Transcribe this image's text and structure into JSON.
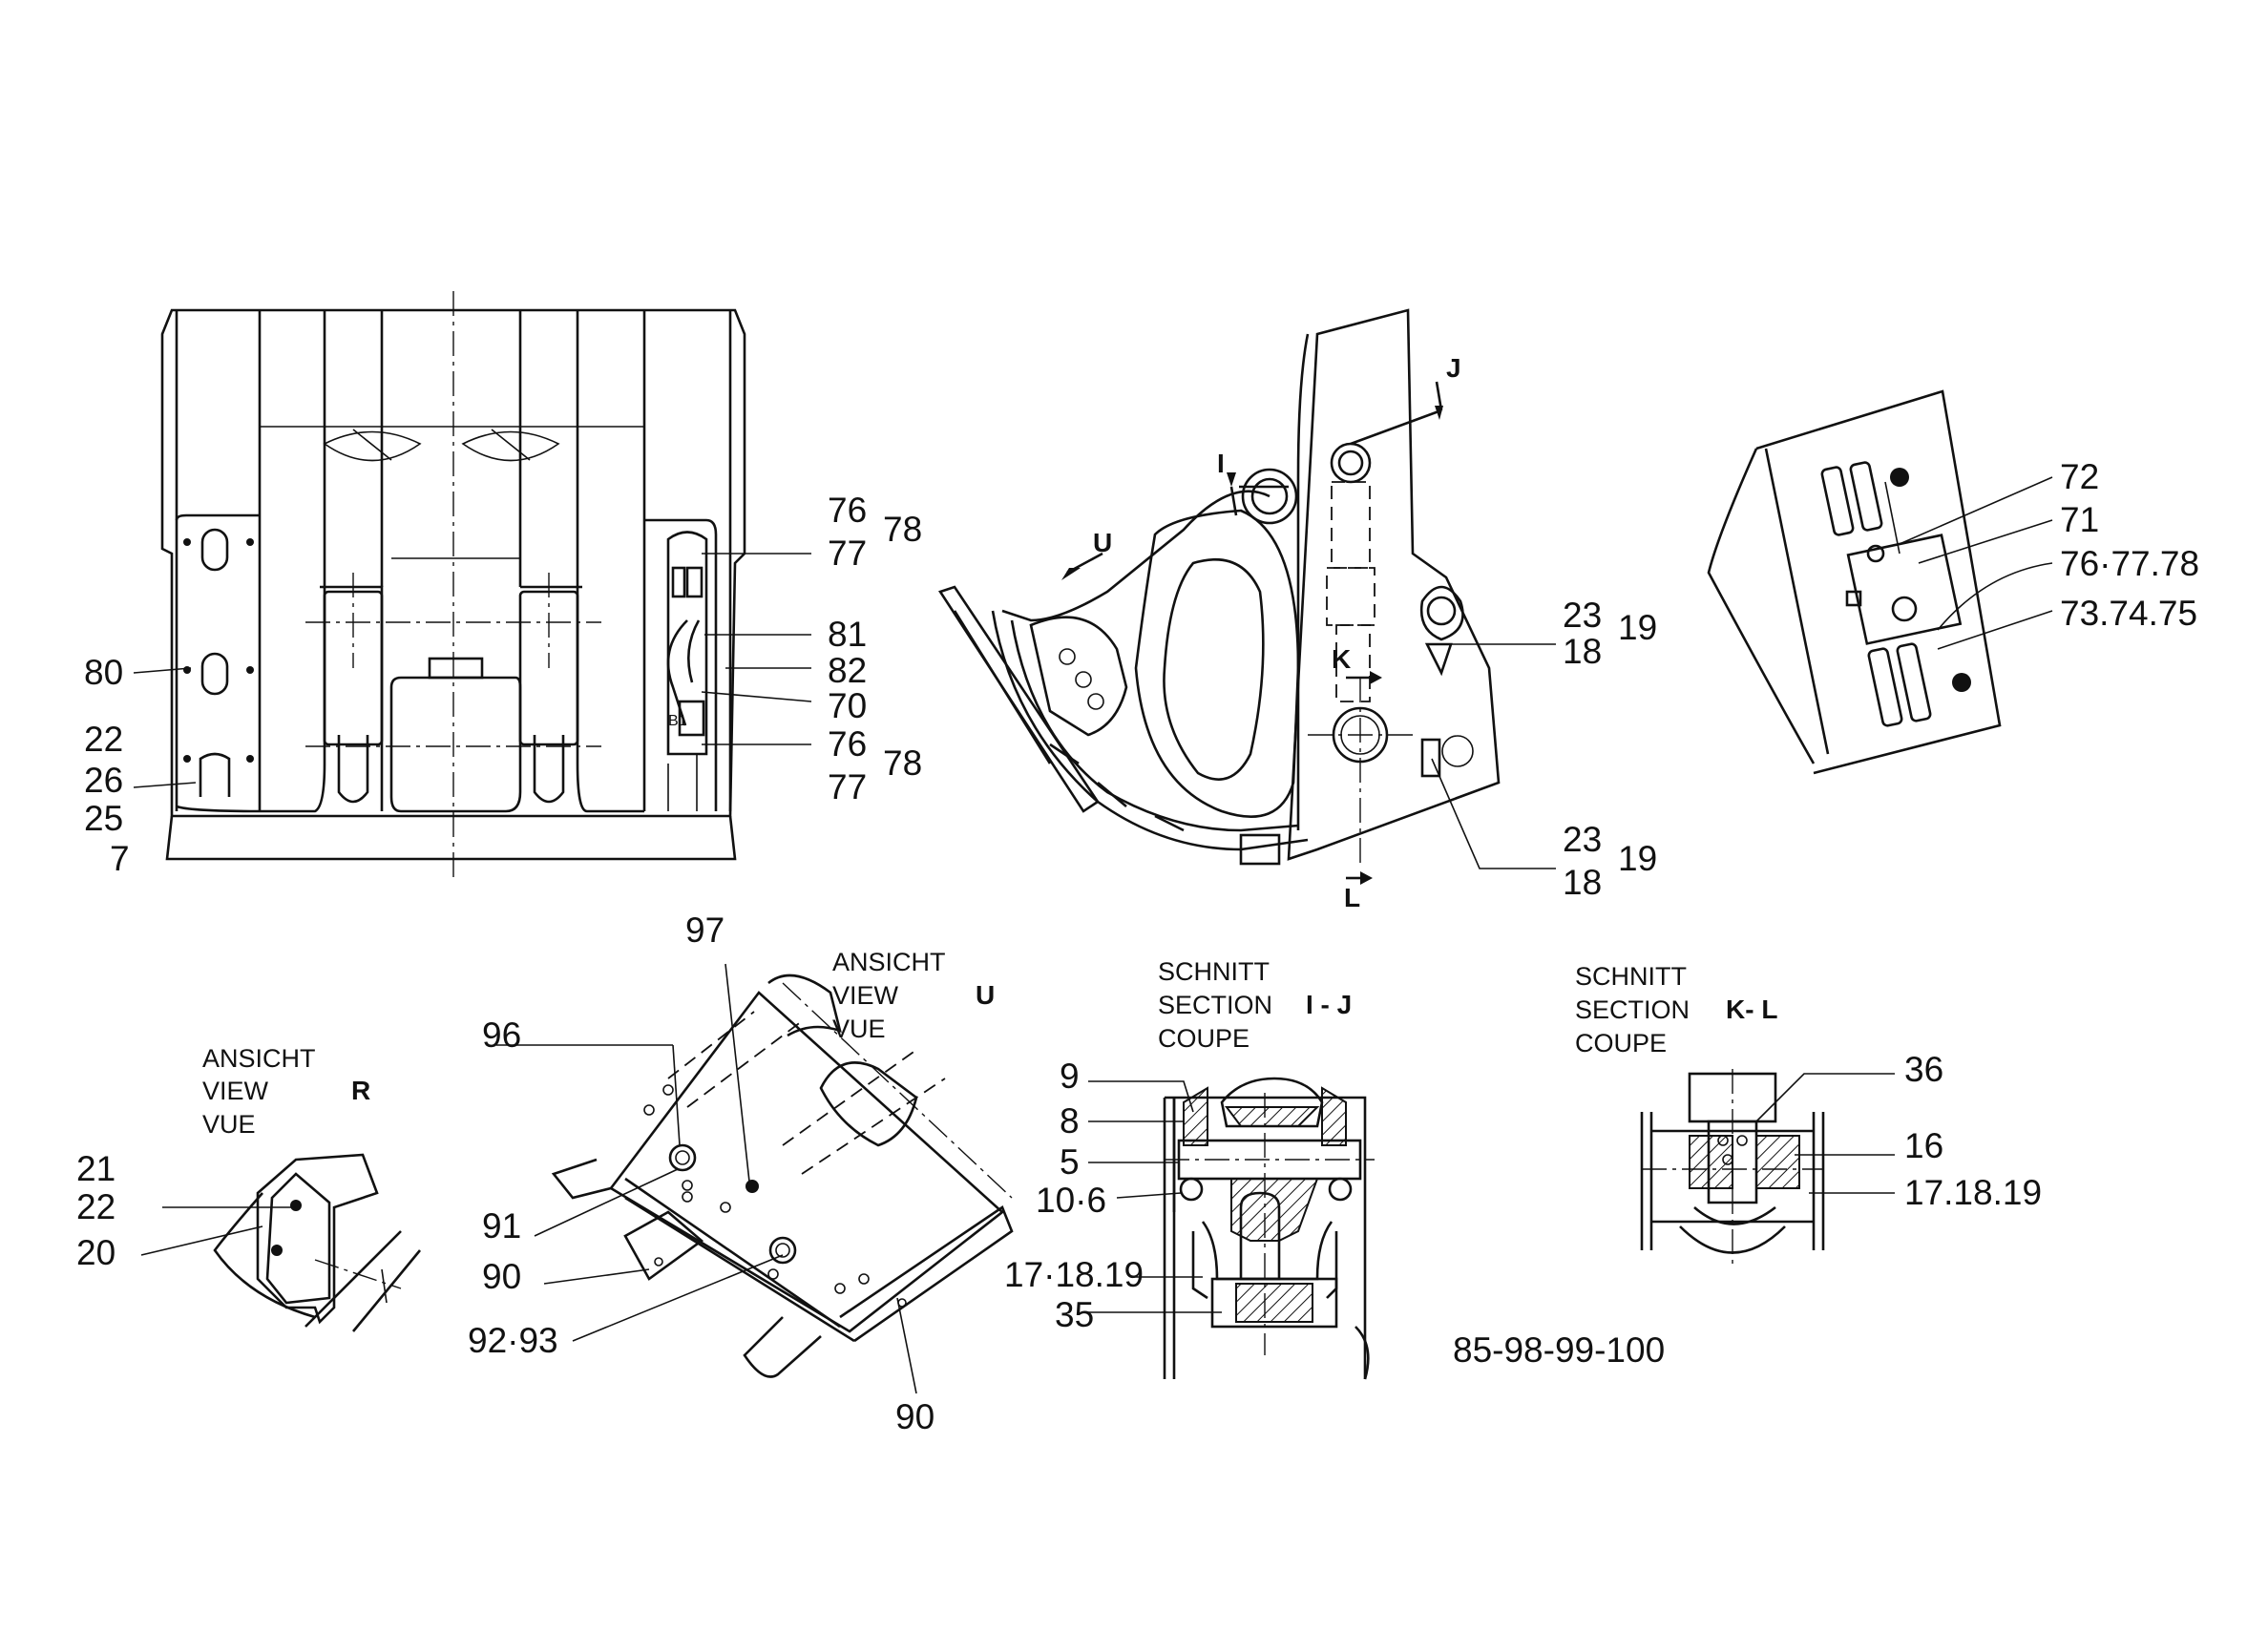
{
  "labels": {
    "l80": "80",
    "l22a": "22",
    "l26": "26",
    "l25": "25",
    "l7": "7",
    "l76a": "76",
    "l78a": "78",
    "l77a": "77",
    "l81": "81",
    "l82": "82",
    "l70": "70",
    "l76b": "76",
    "l78b": "78",
    "l77b": "77",
    "l23a": "23",
    "l19a": "19",
    "l18a": "18",
    "l23b": "23",
    "l19b": "19",
    "l18b": "18",
    "l72": "72",
    "l71": "71",
    "l767778": "76·77.78",
    "l737475": "73.74.75",
    "l97": "97",
    "l96": "96",
    "l91": "91",
    "l90a": "90",
    "l9293": "92·93",
    "l90b": "90",
    "l21": "21",
    "l22b": "22",
    "l20": "20",
    "l9": "9",
    "l8": "8",
    "l5": "5",
    "l106": "10·6",
    "l171819a": "17·18.19",
    "l35": "35",
    "l36": "36",
    "l16": "16",
    "l171819b": "17.18.19",
    "l8598": "85-98-99-100"
  },
  "markers": {
    "I": "I",
    "J": "J",
    "K": "K",
    "L": "L",
    "U": "U"
  },
  "views": {
    "r": {
      "line1": "ANSICHT",
      "line2": "VIEW",
      "line3": "VUE",
      "code": "R"
    },
    "u": {
      "line1": "ANSICHT",
      "line2": "VIEW",
      "line3": "VUE",
      "code": "U"
    },
    "ij": {
      "line1": "SCHNITT",
      "line2": "SECTION",
      "line3": "COUPE",
      "code": "I - J"
    },
    "kl": {
      "line1": "SCHNITT",
      "line2": "SECTION",
      "line3": "COUPE",
      "code": "K- L"
    }
  }
}
